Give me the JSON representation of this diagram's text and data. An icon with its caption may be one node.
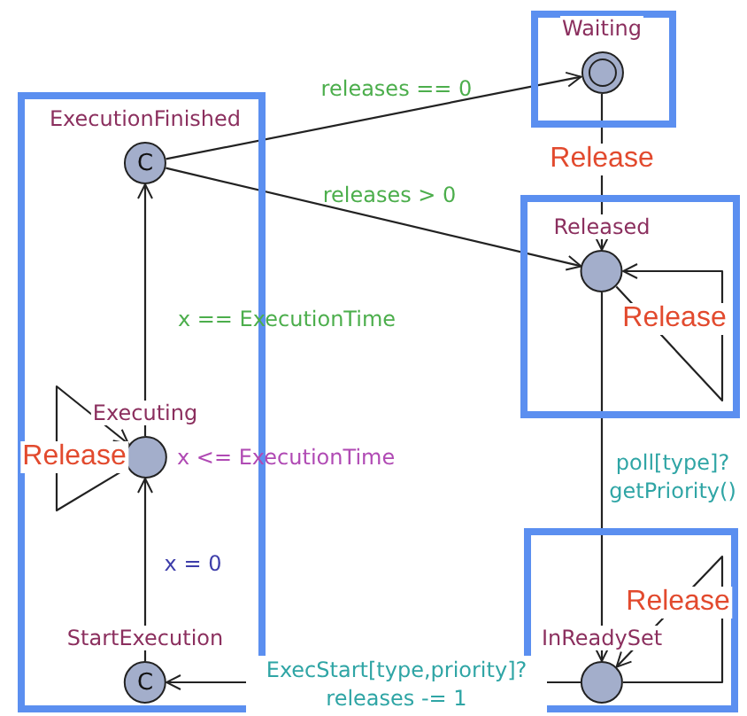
{
  "diagram": {
    "nodes": [
      {
        "text": [],
        "shape": "box"
      },
      {
        "text": [],
        "shape": "box"
      },
      {
        "text": [],
        "shape": "box"
      },
      {
        "text": [],
        "shape": "box"
      },
      {
        "text": [
          "ExecutionFinished",
          "C"
        ],
        "in": 0
      },
      {
        "text": [
          "Waiting"
        ],
        "in": 1
      },
      {
        "text": [
          "Released"
        ],
        "in": 2
      },
      {
        "text": [
          "Executing"
        ],
        "in": 0,
        "beside": [
          "x <= ExecutionTime"
        ]
      },
      {
        "text": [
          "StartExecution",
          "C"
        ],
        "in": 0
      },
      {
        "text": [
          "InReadySet"
        ],
        "in": 3
      }
    ],
    "edges": [
      {
        "from": 4,
        "to": 5,
        "arrow": "to",
        "label": "releases == 0"
      },
      {
        "from": 4,
        "to": 6,
        "arrow": "to",
        "label": "releases > 0"
      },
      {
        "from": 5,
        "to": 6,
        "arrow": "to",
        "label": "Release"
      },
      {
        "from": 6,
        "to": 6,
        "arrow": "to",
        "label": "Release"
      },
      {
        "from": 6,
        "to": 9,
        "arrow": "to",
        "label": "poll[type]? getPriority()"
      },
      {
        "from": 9,
        "to": 9,
        "arrow": "to",
        "label": "Release"
      },
      {
        "from": 9,
        "to": 8,
        "arrow": "to",
        "label": "ExecStart[type,priority]? releases -= 1"
      },
      {
        "from": 8,
        "to": 7,
        "arrow": "to",
        "label": "x = 0"
      },
      {
        "from": 7,
        "to": 7,
        "arrow": "to",
        "label": "Release"
      },
      {
        "from": 7,
        "to": 4,
        "arrow": "to",
        "label": "x == ExecutionTime"
      }
    ]
  }
}
